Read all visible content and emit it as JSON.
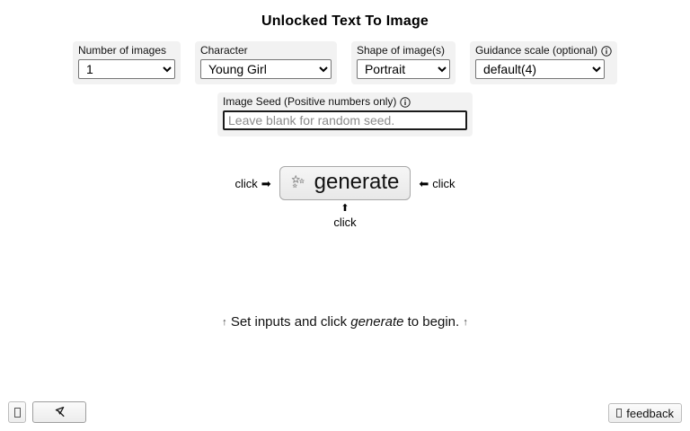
{
  "page": {
    "title": "Unlocked Text To Image"
  },
  "controls": [
    {
      "label": "Number of images",
      "value": "1",
      "has_info_icon": false,
      "icon": "chevron-down-icon",
      "options": [
        "1"
      ]
    },
    {
      "label": "Character",
      "value": "Young Girl",
      "has_info_icon": false,
      "icon": "chevron-down-icon",
      "options": [
        "Young Girl"
      ]
    },
    {
      "label": "Shape of image(s)",
      "value": "Portrait",
      "has_info_icon": false,
      "icon": "chevron-down-icon",
      "options": [
        "Portrait"
      ]
    },
    {
      "label": "Guidance scale (optional)",
      "value": "default(4)",
      "has_info_icon": true,
      "info_icon": "info-circle-icon",
      "icon": "chevron-down-icon",
      "options": [
        "default(4)"
      ]
    }
  ],
  "seed": {
    "label": "Image Seed (Positive numbers only)",
    "info_icon": "info-circle-icon",
    "placeholder": "Leave blank for random seed.",
    "value": ""
  },
  "generate": {
    "label": "generate",
    "icon": "sparkles-icon",
    "left_note": "click",
    "left_arrow": "➡",
    "right_arrow": "⬅",
    "right_note": "click",
    "below_arrow": "⬆",
    "below_note": "click"
  },
  "status": {
    "arrow_left": "↑",
    "prefix": "Set inputs and click ",
    "emphasis": "generate",
    "suffix": " to begin.",
    "arrow_right": "↑"
  },
  "bottom_bar": {
    "tofu_button_glyph": "missing-glyph-box",
    "cursor_button_icon": "cursor-arrow-icon",
    "feedback_label": "feedback",
    "feedback_icon": "missing-glyph-box"
  },
  "colors": {
    "page_background": "#ffffff",
    "panel_background": "#f2f2f2",
    "text": "#000000",
    "placeholder": "#8a8a8a",
    "button_border": "#a8a8a8",
    "focus_border": "#1a1a1a"
  }
}
